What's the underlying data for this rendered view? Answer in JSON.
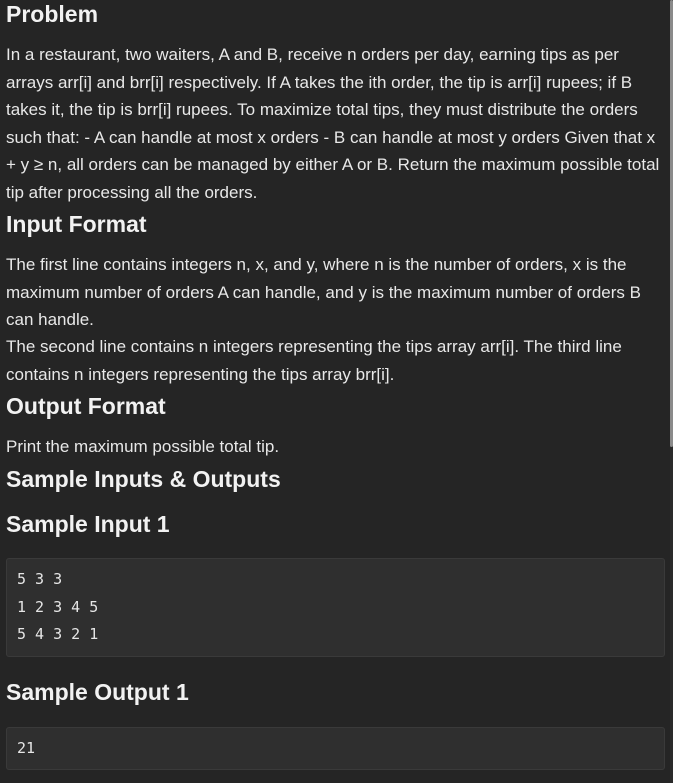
{
  "problem": {
    "heading": "Problem",
    "description": "In a restaurant, two waiters, A and B, receive n orders per day, earning tips as per arrays arr[i] and brr[i] respectively. If A takes the ith order, the tip is arr[i] rupees; if B takes it, the tip is brr[i] rupees. To maximize total tips, they must distribute the orders such that: - A can handle at most x orders - B can handle at most y orders Given that x + y ≥ n, all orders can be managed by either A or B. Return the maximum possible total tip after processing all the orders."
  },
  "input_format": {
    "heading": "Input Format",
    "line1": "The first line contains integers n, x, and y, where n is the number of orders, x is the maximum number of orders A can handle, and y is the maximum number of orders B can handle.",
    "line2": "The second line contains n integers representing the tips array arr[i]. The third line contains n integers representing the tips array brr[i]."
  },
  "output_format": {
    "heading": "Output Format",
    "text": "Print the maximum possible total tip."
  },
  "samples": {
    "heading": "Sample Inputs & Outputs",
    "input_heading": "Sample Input 1",
    "input_lines": [
      "5 3 3",
      "1 2 3 4 5",
      "5 4 3 2 1"
    ],
    "output_heading": "Sample Output 1",
    "output_lines": [
      "21"
    ]
  }
}
